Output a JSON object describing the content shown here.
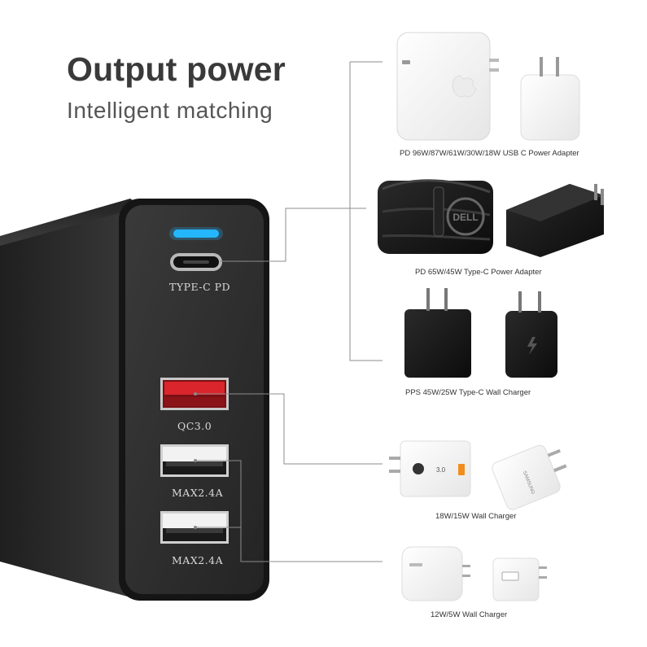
{
  "header": {
    "title": "Output power",
    "subtitle": "Intelligent matching"
  },
  "charger": {
    "ports": [
      {
        "label": "TYPE-C PD"
      },
      {
        "label": "QC3.0"
      },
      {
        "label": "MAX2.4A"
      },
      {
        "label": "MAX2.4A"
      }
    ],
    "led_color": "#25b7ff",
    "qc_port_color": "#d9252b",
    "body_color": "#2b2b2b"
  },
  "adapters": [
    {
      "caption": "PD 96W/87W/61W/30W/18W  USB C Power Adapter",
      "icons": [
        "apple-usb-c-adapter-icon",
        "apple-cube-charger-icon"
      ]
    },
    {
      "caption": "PD 65W/45W  Type-C Power Adapter",
      "icons": [
        "dell-adapter-icon",
        "black-wall-charger-icon"
      ]
    },
    {
      "caption": "PPS 45W/25W  Type-C Wall Charger",
      "icons": [
        "samsung-45w-charger-icon",
        "samsung-25w-charger-icon"
      ]
    },
    {
      "caption": "18W/15W Wall Charger",
      "icons": [
        "qc3-charger-icon",
        "samsung-white-charger-icon"
      ]
    },
    {
      "caption": "12W/5W  Wall Charger",
      "icons": [
        "ipad-charger-icon",
        "iphone-cube-charger-icon"
      ]
    }
  ],
  "brand_text": {
    "apple_logo": "",
    "dell": "DELL",
    "qc_badge": "3.0",
    "samsung": "SAMSUNG"
  }
}
